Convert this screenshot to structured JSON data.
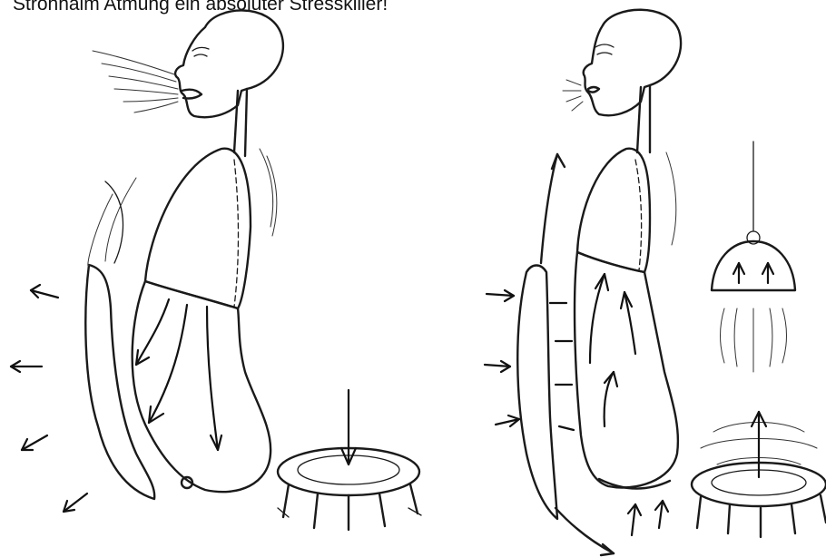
{
  "caption": "Strohhalm Atmung ein absoluter Stresskiller!",
  "figures": [
    {
      "name": "exhale-figure",
      "position": "left"
    },
    {
      "name": "inhale-figure",
      "position": "right"
    }
  ],
  "colors": {
    "ink": "#1a1a1a",
    "background": "#ffffff"
  }
}
